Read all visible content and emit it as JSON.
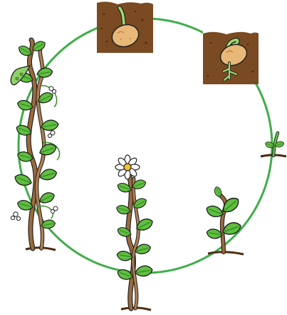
{
  "diagram": {
    "type": "plant-life-cycle",
    "stages": [
      {
        "id": "seed",
        "icon": "bean-seed-in-soil-icon"
      },
      {
        "id": "germination",
        "icon": "germinating-seed-icon"
      },
      {
        "id": "sprout",
        "icon": "sprout-icon"
      },
      {
        "id": "young-plant",
        "icon": "young-plant-icon"
      },
      {
        "id": "flowering-plant",
        "icon": "flowering-plant-icon"
      },
      {
        "id": "mature-plant-with-pods",
        "icon": "bean-plant-with-pods-icon"
      }
    ],
    "colors": {
      "cycle_ring": "#3fae49",
      "soil": "#7a4a22",
      "soil_dark": "#4d2c12",
      "seed": "#e8b878",
      "leaf": "#5fbf3f",
      "leaf_dark": "#2f7a25",
      "stem": "#9b6a3c",
      "outline": "#222222",
      "flower_petal": "#ffffff",
      "flower_center": "#f2c230"
    }
  }
}
